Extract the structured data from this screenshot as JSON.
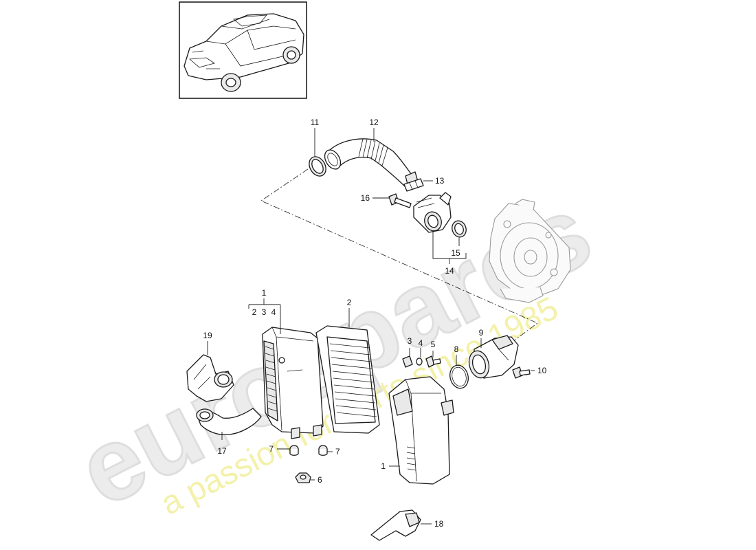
{
  "watermark": {
    "brand": "eurospares",
    "tagline": "a passion for parts since 1985"
  },
  "colors": {
    "brand_watermark": "#ececec",
    "tagline_watermark": "#f2ef9c",
    "line": "#1a1a1a"
  },
  "thumbnail": {
    "subject": "vehicle-suv"
  },
  "callouts": [
    {
      "id": "c11",
      "text": "11"
    },
    {
      "id": "c12",
      "text": "12"
    },
    {
      "id": "c13",
      "text": "13"
    },
    {
      "id": "c16",
      "text": "16"
    },
    {
      "id": "c15",
      "text": "15"
    },
    {
      "id": "c14",
      "text": "14"
    },
    {
      "id": "c1top",
      "text": "1"
    },
    {
      "id": "c2",
      "text": "2"
    },
    {
      "id": "c3a",
      "text": "3"
    },
    {
      "id": "c4a",
      "text": "4"
    },
    {
      "id": "c2b",
      "text": "2"
    },
    {
      "id": "c3b",
      "text": "3"
    },
    {
      "id": "c4b",
      "text": "4"
    },
    {
      "id": "c5",
      "text": "5"
    },
    {
      "id": "c8",
      "text": "8"
    },
    {
      "id": "c9",
      "text": "9"
    },
    {
      "id": "c10",
      "text": "10"
    },
    {
      "id": "c19",
      "text": "19"
    },
    {
      "id": "c17",
      "text": "17"
    },
    {
      "id": "c7a",
      "text": "7"
    },
    {
      "id": "c7b",
      "text": "7"
    },
    {
      "id": "c6",
      "text": "6"
    },
    {
      "id": "c1bot",
      "text": "1"
    },
    {
      "id": "c18",
      "text": "18"
    }
  ]
}
